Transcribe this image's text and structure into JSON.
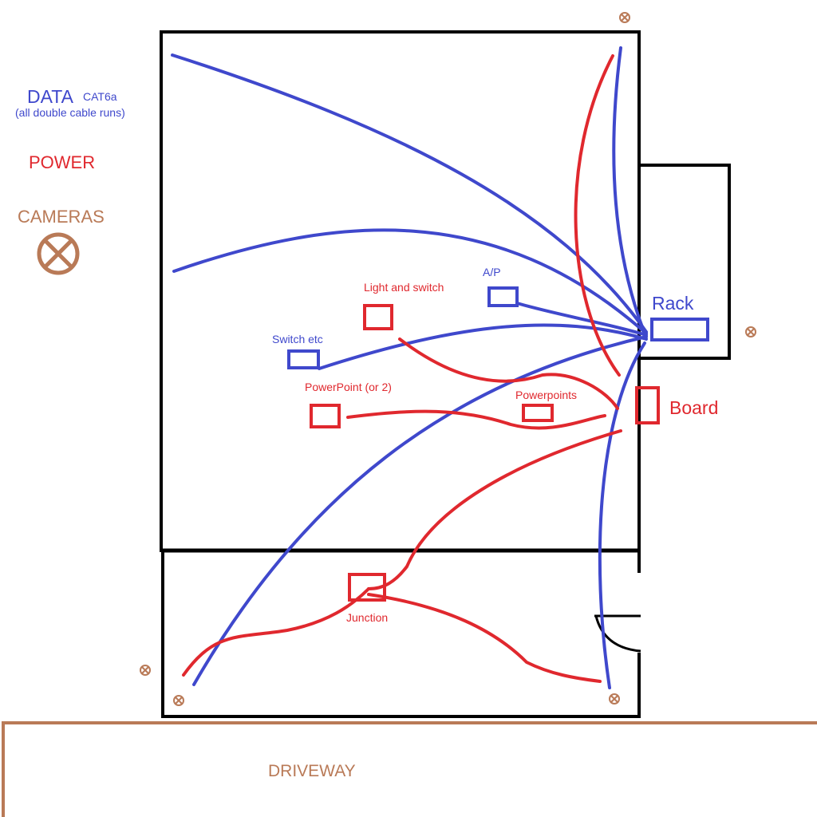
{
  "legend": {
    "data_title": "DATA",
    "data_subtitle": "CAT6a",
    "data_note": "(all double cable runs)",
    "power": "POWER",
    "cameras": "CAMERAS",
    "camera_icon": "crossed-circle-icon"
  },
  "labels": {
    "rack": "Rack",
    "board": "Board",
    "access_point": "A/P",
    "light_and_switch": "Light and switch",
    "switch_etc": "Switch etc",
    "powerpoint": "PowerPoint (or 2)",
    "powerpoints": "Powerpoints",
    "junction": "Junction",
    "driveway": "DRIVEWAY"
  },
  "colors": {
    "data": "#3f48cc",
    "power": "#e0282e",
    "cameras": "#b97a57",
    "walls": "#000000",
    "driveway": "#b97a57"
  }
}
